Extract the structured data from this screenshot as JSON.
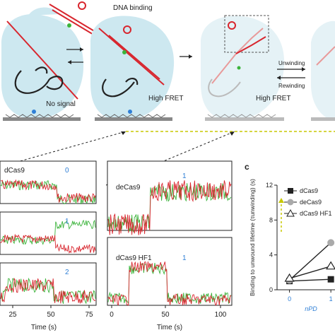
{
  "schematic": {
    "dna_binding_label": "DNA binding",
    "no_signal_label": "No signal",
    "high_fret_label_1": "High FRET",
    "high_fret_label_2": "High FRET",
    "unwinding_label": "Unwinding",
    "rewinding_label": "Rewinding"
  },
  "traces": {
    "left_panel_title": "dCas9",
    "left_counts": [
      "0",
      "1",
      "2"
    ],
    "xaxis_ticks_left": [
      "25",
      "50",
      "75"
    ],
    "xaxis_label": "Time (s)",
    "decas9_title": "deCas9",
    "decas9_count": "1",
    "hf1_title": "dCas9 HF1",
    "hf1_count": "1",
    "xaxis_ticks_right": [
      "0",
      "50",
      "100"
    ]
  },
  "panel_c": {
    "panel_letter": "c",
    "yaxis_ticks": [
      "0",
      "4",
      "8",
      "12"
    ],
    "yaxis_label": "Binding to unwound lifetime (τunwinding) (s)",
    "xaxis_ticks": [
      "0",
      "1"
    ],
    "xaxis_label": "nPD",
    "legend": [
      {
        "name": "dCas9",
        "marker": "square"
      },
      {
        "name": "deCas9",
        "marker": "circle"
      },
      {
        "name": "dCas9 HF1",
        "marker": "triangle"
      }
    ],
    "chart_data": {
      "type": "line",
      "x": [
        0,
        1
      ],
      "series": [
        {
          "name": "dCas9",
          "values": [
            1.0,
            1.2
          ]
        },
        {
          "name": "deCas9",
          "values": [
            1.1,
            5.4
          ]
        },
        {
          "name": "dCas9 HF1",
          "values": [
            1.3,
            2.7
          ]
        }
      ],
      "ylim": [
        0,
        12
      ],
      "xlim": [
        -0.3,
        1.1
      ]
    }
  },
  "colors": {
    "green": "#3cb43c",
    "red": "#d8262e",
    "blob": "#cde8f0",
    "blue": "#2f7fd6",
    "dark": "#222222"
  }
}
